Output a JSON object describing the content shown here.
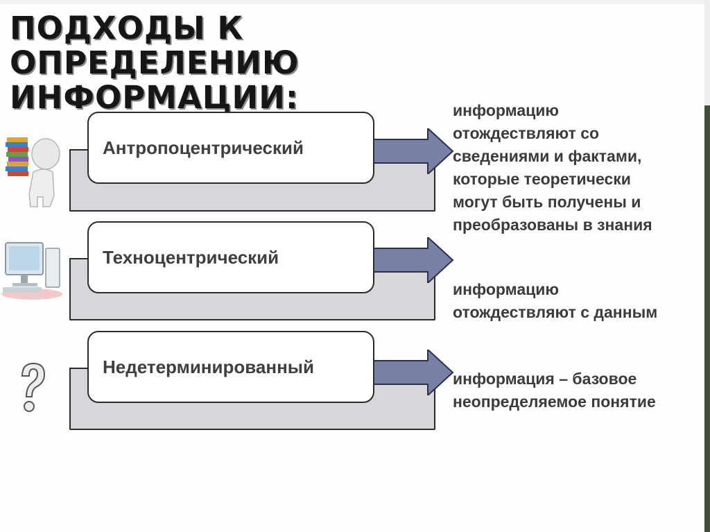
{
  "title": {
    "line1": "ПОДХОДЫ К ОПРЕДЕЛЕНИЮ",
    "line2": "ИНФОРМАЦИИ:"
  },
  "approaches": [
    {
      "label": "Антропоцентрический",
      "icon": "person-with-books-icon"
    },
    {
      "label": "Техноцентрический",
      "icon": "computer-icon"
    },
    {
      "label": "Недетерминированный",
      "icon": "question-mark-icon"
    }
  ],
  "descriptions": [
    {
      "lines": [
        "информацию",
        "отождествляют со",
        "сведениями и фактами,",
        "которые теоретически",
        "могут быть получены и",
        "преобразованы в знания"
      ]
    },
    {
      "lines": [
        "информацию",
        "отождествляют с данным"
      ]
    },
    {
      "lines": [
        "информация – базовое",
        "неопределяемое понятие"
      ]
    }
  ],
  "colors": {
    "arrow_fill": "#7980a6",
    "shadow_box_fill": "#d7d7db",
    "accent_bar": "#3f4f36"
  }
}
